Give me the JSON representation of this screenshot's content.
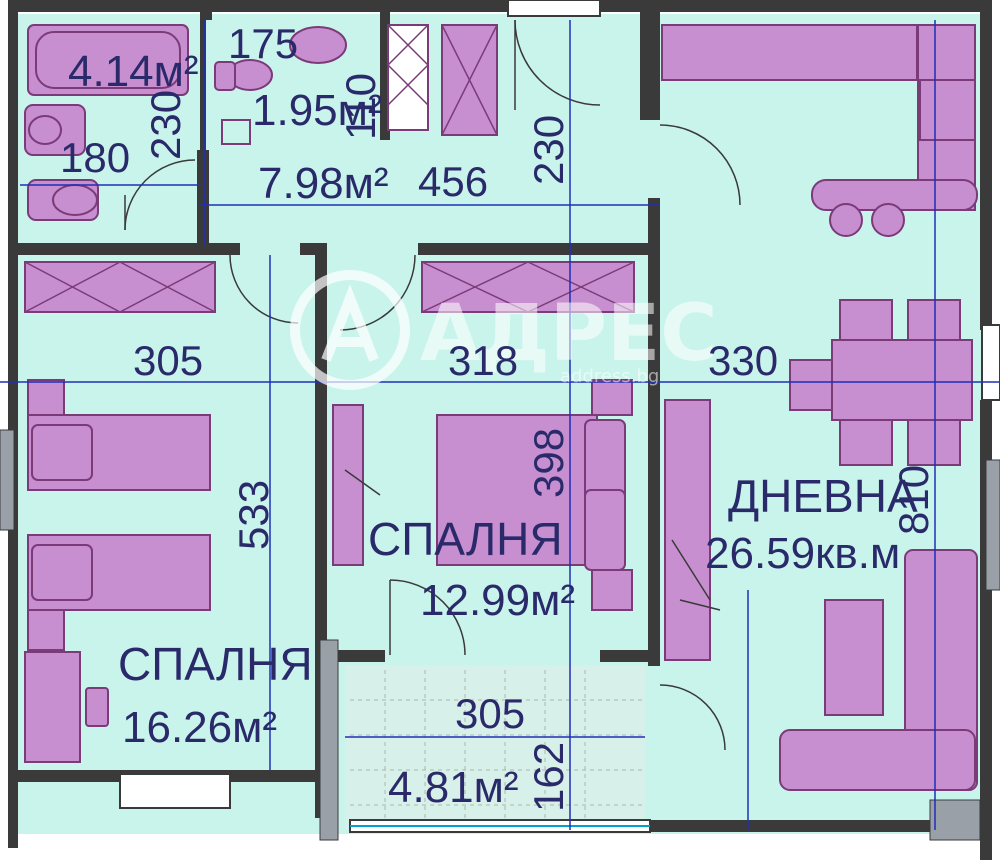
{
  "colors": {
    "floor": "#c9f4ec",
    "furniture": "#c78fcf",
    "furniture_stroke": "#7b3a78",
    "wall": "#3a3a3a",
    "dim_line": "#1f2fb8",
    "text": "#2a2a6a"
  },
  "watermark": {
    "text": "АДРЕС",
    "subtext": "address.bg"
  },
  "rooms": {
    "bath_big": {
      "area": "4.14м²"
    },
    "bath_small": {
      "area": "1.95м²"
    },
    "corridor": {
      "area": "7.98м²"
    },
    "bedroom_left": {
      "name": "СПАЛНЯ",
      "area": "16.26м²"
    },
    "bedroom_mid": {
      "name": "СПАЛНЯ",
      "area": "12.99м²"
    },
    "living": {
      "name": "ДНЕВНА",
      "area": "26.59кв.м"
    },
    "terrace": {
      "area": "4.81м²"
    }
  },
  "dimensions": {
    "d175": "175",
    "d110": "110",
    "d230a": "230",
    "d180": "180",
    "d456": "456",
    "d230b": "230",
    "d305a": "305",
    "d318": "318",
    "d330": "330",
    "d533": "533",
    "d398": "398",
    "d810": "810",
    "d305b": "305",
    "d162": "162"
  }
}
